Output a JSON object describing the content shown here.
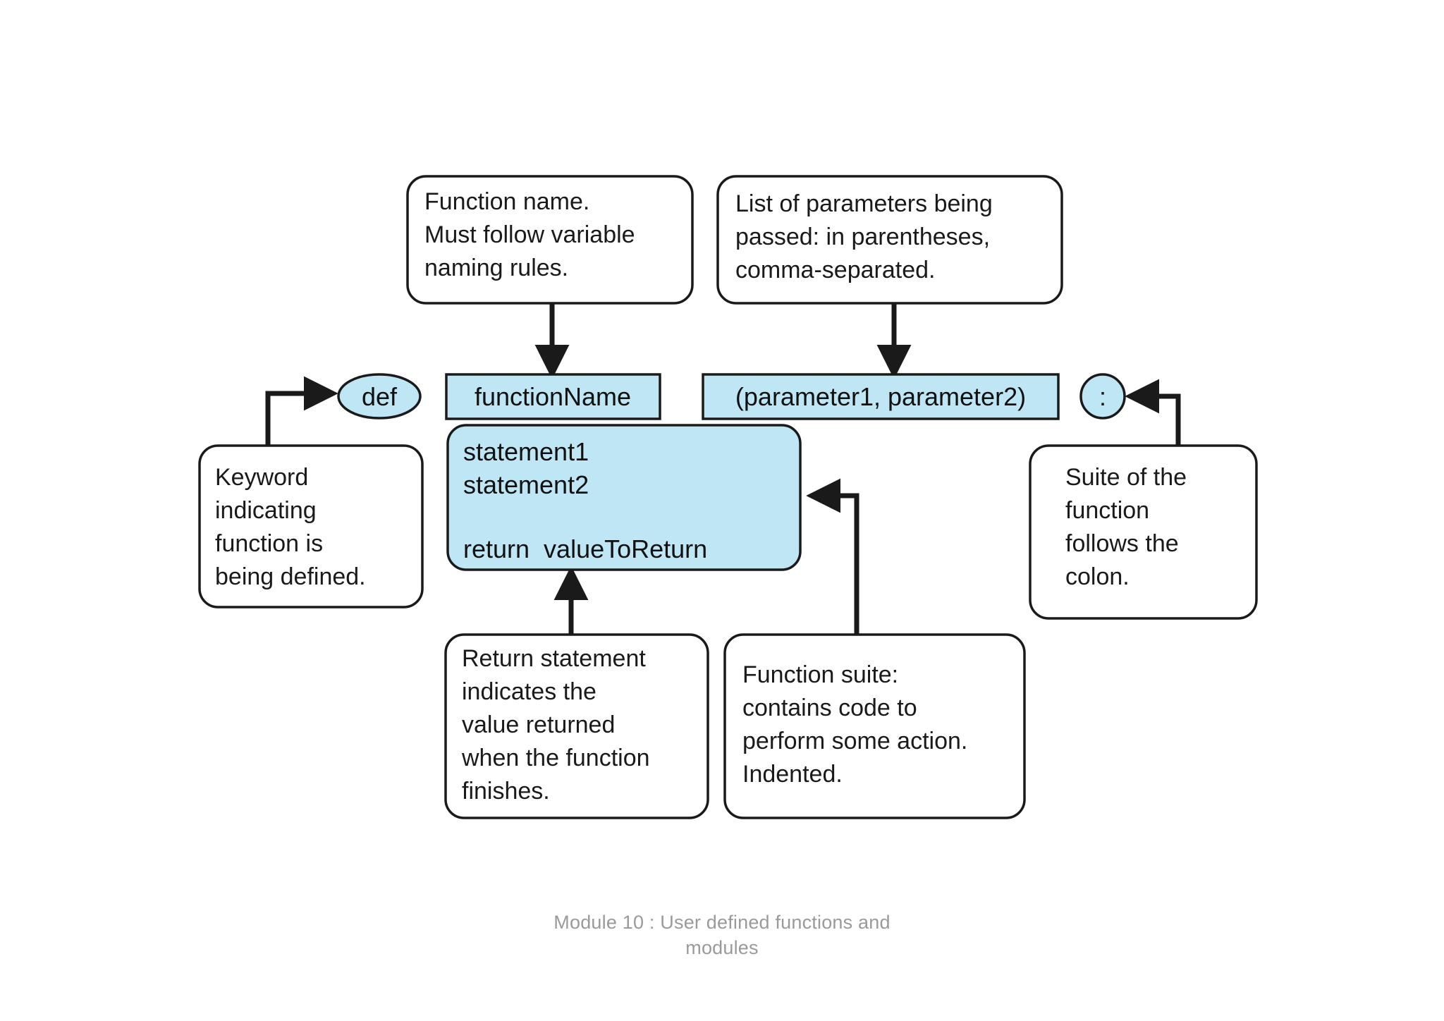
{
  "diagram": {
    "title": "Python function definition syntax diagram",
    "colors": {
      "code_fill": "#bfe6f5",
      "callout_fill": "#ffffff",
      "stroke": "#1a1a1a",
      "caption": "#9a9a9a",
      "background": "#ffffff"
    },
    "code_nodes": {
      "def_keyword": "def",
      "function_name": "functionName",
      "parameters": "(parameter1, parameter2)",
      "colon": ":",
      "suite_lines": [
        "statement1",
        "statement2",
        "",
        "return  valueToReturn"
      ]
    },
    "callouts": [
      {
        "id": "function-name-callout",
        "lines": [
          "Function name.",
          "Must follow variable",
          "naming rules."
        ]
      },
      {
        "id": "parameters-callout",
        "lines": [
          "List of parameters being",
          "passed: in parentheses,",
          "comma-separated."
        ]
      },
      {
        "id": "keyword-callout",
        "lines": [
          "Keyword",
          "indicating",
          "function is",
          "being defined."
        ]
      },
      {
        "id": "suite-colon-callout",
        "lines": [
          "Suite of the",
          "function",
          "follows the",
          "colon."
        ]
      },
      {
        "id": "return-statement-callout",
        "lines": [
          "Return statement",
          "indicates the",
          "value returned",
          "when the function",
          "finishes."
        ]
      },
      {
        "id": "function-suite-callout",
        "lines": [
          "Function suite:",
          "contains code to",
          "perform some action.",
          "Indented."
        ]
      }
    ]
  },
  "footer": {
    "line1": "Module 10 : User defined functions and",
    "line2": "modules"
  }
}
